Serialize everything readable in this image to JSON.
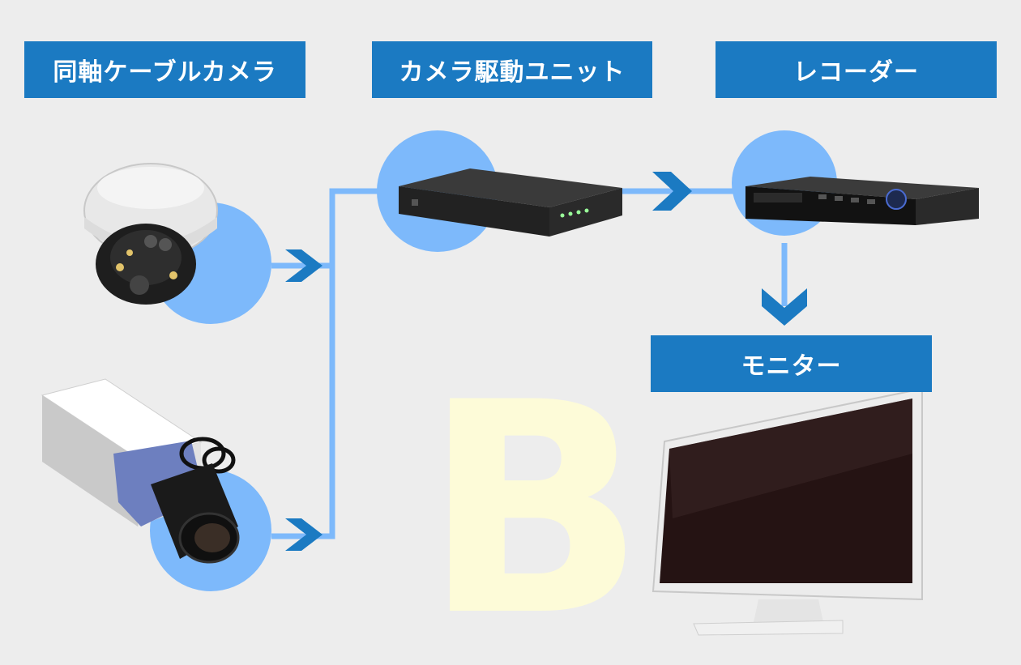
{
  "labels": {
    "coax_camera": "同軸ケーブルカメラ",
    "camera_driver_unit": "カメラ駆動ユニット",
    "recorder": "レコーダー",
    "monitor": "モニター"
  },
  "watermark_letter": "B",
  "colors": {
    "label_bg": "#1b7ac2",
    "circle": "#7db9fb",
    "line": "#7db9fb",
    "arrow": "#1b7ac2",
    "background": "#ededed",
    "watermark": "#fdfbd8"
  }
}
